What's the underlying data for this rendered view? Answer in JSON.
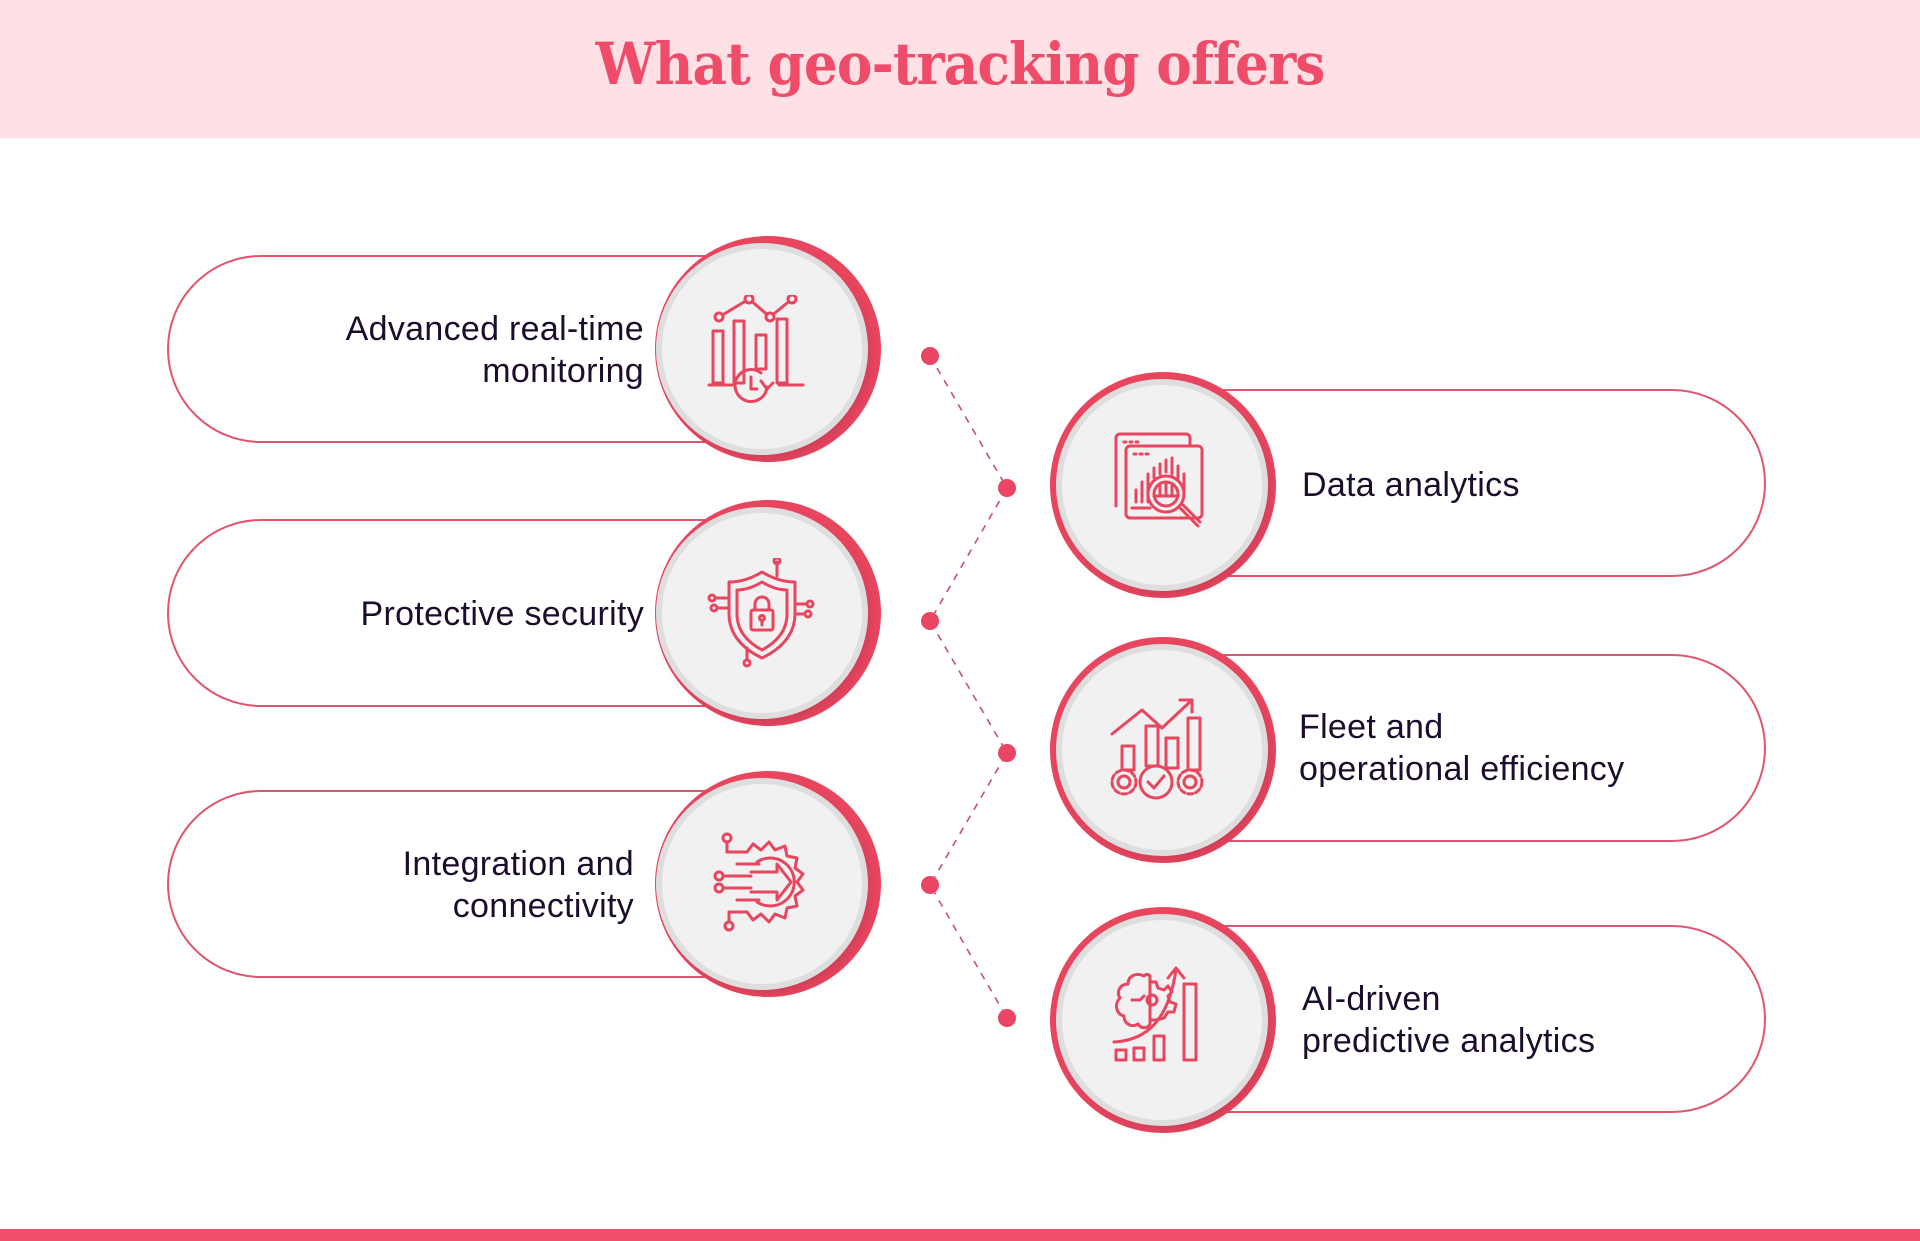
{
  "header": {
    "title": "What geo-tracking offers"
  },
  "colors": {
    "accent": "#ee4c68",
    "header_bg": "#ffe0e5",
    "text": "#1c0d2c",
    "disc": "#f1f1f2"
  },
  "left_items": [
    {
      "label_line1": "Advanced real-time",
      "label_line2": "monitoring",
      "icon": "realtime-monitoring-chart-clock-icon"
    },
    {
      "label_line1": "Protective security",
      "label_line2": "",
      "icon": "shield-lock-circuit-icon"
    },
    {
      "label_line1": "Integration and",
      "label_line2": "connectivity",
      "icon": "gear-arrow-circuit-icon"
    }
  ],
  "right_items": [
    {
      "label_line1": "Data analytics",
      "label_line2": "",
      "icon": "window-chart-magnifier-icon"
    },
    {
      "label_line1": "Fleet and",
      "label_line2": "operational efficiency",
      "icon": "chart-gears-checkmark-icon"
    },
    {
      "label_line1": "AI-driven",
      "label_line2": "predictive analytics",
      "icon": "brain-gear-growth-chart-icon"
    }
  ]
}
